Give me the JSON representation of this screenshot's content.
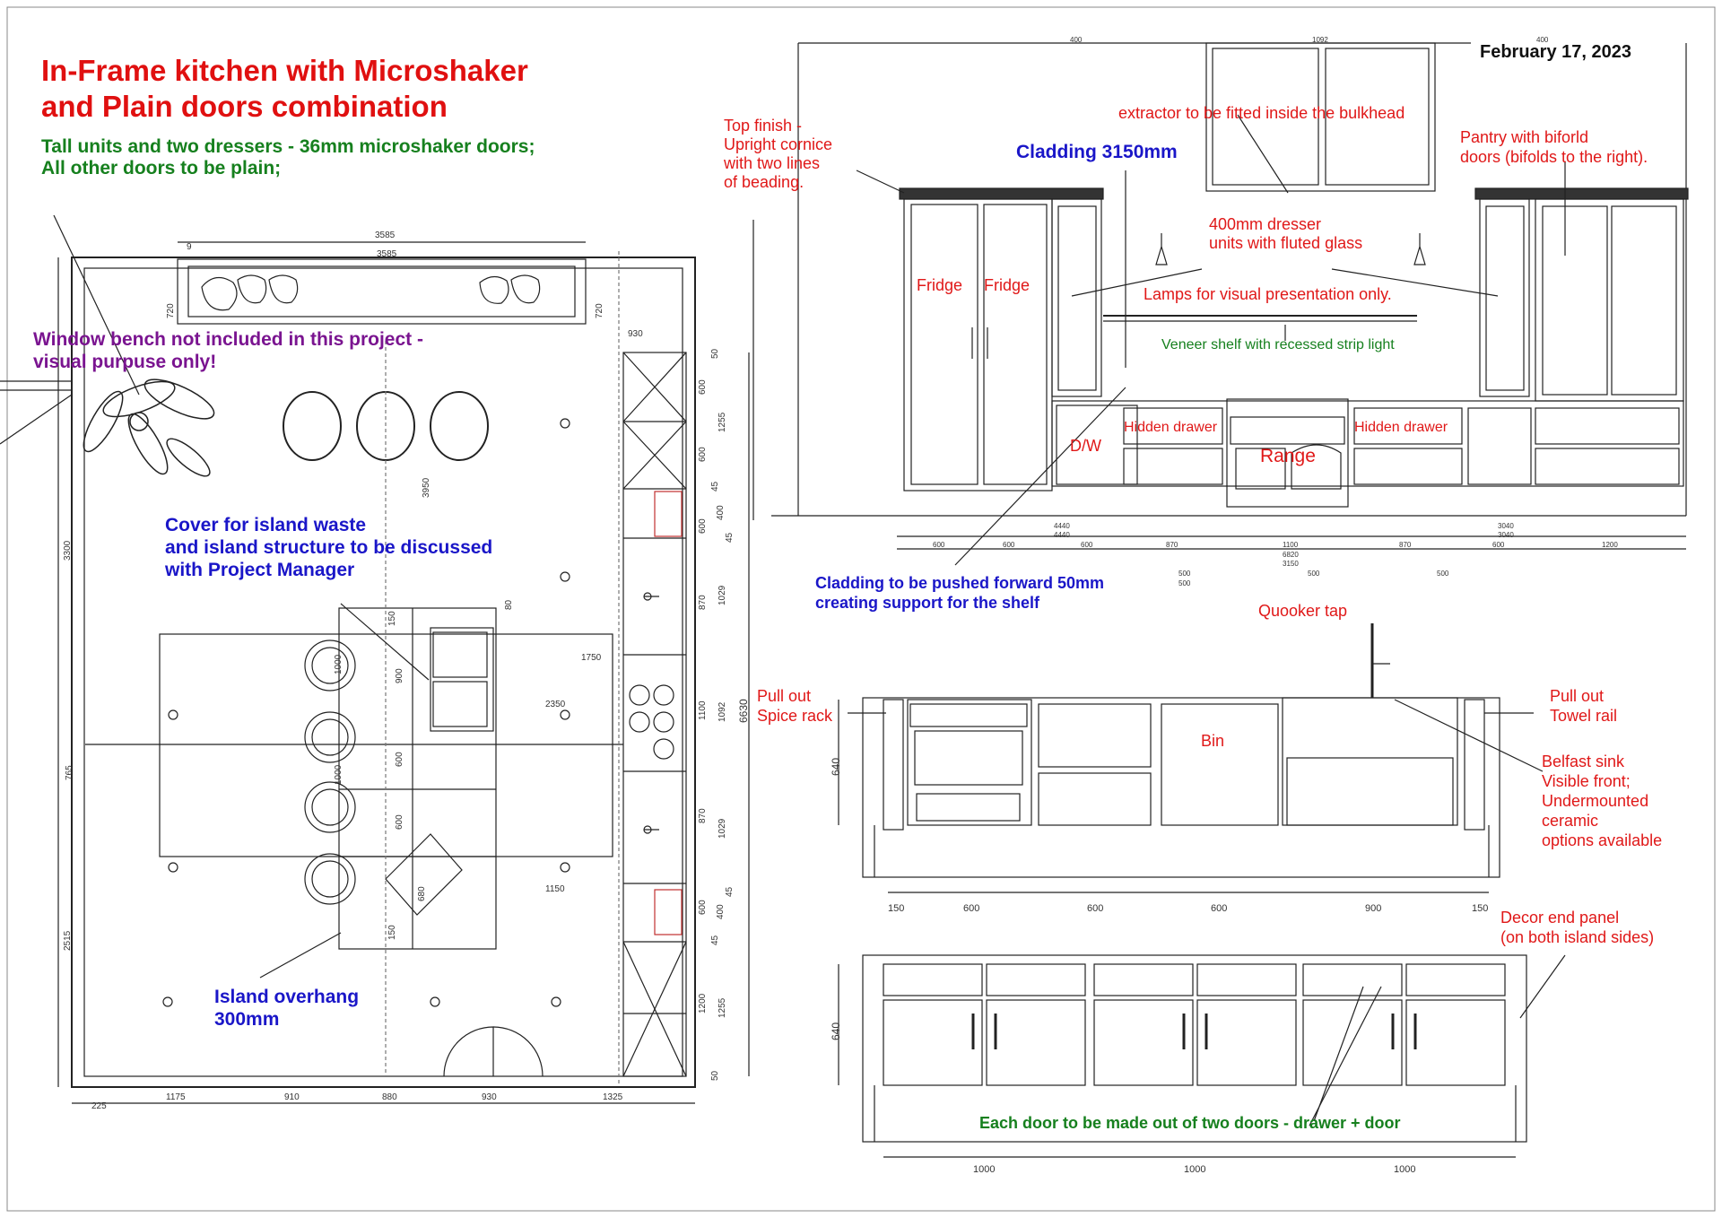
{
  "header": {
    "title_line1": "In-Frame kitchen with Microshaker",
    "title_line2": "and Plain doors combination",
    "subtitle_line1": "Tall units and two dressers - 36mm microshaker doors;",
    "subtitle_line2": "All other doors to be plain;",
    "date": "February 17, 2023"
  },
  "plan": {
    "bench_note_line1": "Window bench not included in this project -",
    "bench_note_line2": "visual purpuse only!",
    "island_note_line1": "Cover for island waste",
    "island_note_line2": "and island structure to be discussed",
    "island_note_line3": "with Project Manager",
    "overhang_line1": "Island overhang",
    "overhang_line2": "300mm",
    "dims": {
      "top_3585a": "3585",
      "top_3585b": "3585",
      "left_9": "9",
      "bench_720a": "720",
      "bench_720b": "720",
      "r_930": "930",
      "h_3950": "3950",
      "h_3300": "3300",
      "h_765": "765",
      "h_2515": "2515",
      "isl_1750": "1750",
      "isl_2350": "2350",
      "isl_1150": "1150",
      "isl_80": "80",
      "isl_150a": "150",
      "isl_150b": "150",
      "isl_900": "900",
      "isl_1000a": "1000",
      "isl_1000b": "1000",
      "isl_600a": "600",
      "isl_600b": "600",
      "isl_680": "680",
      "w_600a": "600",
      "w_600b": "600",
      "w_600c": "600",
      "w_600d": "600",
      "w_45a": "45",
      "w_45b": "45",
      "w_400a": "400",
      "w_400b": "400",
      "w_870a": "870",
      "w_870b": "870",
      "w_1100": "1100",
      "w_1200": "1200",
      "w_50a": "50",
      "w_50b": "50",
      "o_1255a": "1255",
      "o_1029a": "1029",
      "o_1092": "1092",
      "o_6630": "6630",
      "o_1029b": "1029",
      "o_1255b": "1255",
      "o_45a": "45",
      "o_45b": "45",
      "b_225": "225",
      "b_1175": "1175",
      "b_910": "910",
      "b_880": "880",
      "b_930": "930",
      "b_1325": "1325"
    }
  },
  "elevation_top": {
    "top_finish_line1": "Top finish -",
    "top_finish_line2": "Upright cornice",
    "top_finish_line3": "with two lines",
    "top_finish_line4": "of beading.",
    "extractor": "extractor to be fitted inside the bulkhead",
    "cladding": "Cladding 3150mm",
    "pantry_line1": "Pantry with biforld",
    "pantry_line2": "doors (bifolds to the right).",
    "dresser_line1": "400mm dresser",
    "dresser_line2": "units with fluted glass",
    "fridge1": "Fridge",
    "fridge2": "Fridge",
    "lamps": "Lamps for visual presentation only.",
    "veneer": "Veneer shelf with recessed strip light",
    "hidden_drawer1": "Hidden drawer",
    "hidden_drawer2": "Hidden drawer",
    "dw": "D/W",
    "range": "Range",
    "cladding_note_line1": "Cladding to be pushed forward 50mm",
    "cladding_note_line2": "creating support for the shelf",
    "dims": {
      "d_400a": "400",
      "d_1092": "1092",
      "d_400b": "400",
      "d_4440a": "4440",
      "d_4440b": "4440",
      "d_3040a": "3040",
      "d_3040b": "3040",
      "d_600a": "600",
      "d_600b": "600",
      "d_600c": "600",
      "d_870a": "870",
      "d_1100": "1100",
      "d_6820": "6820",
      "d_3150": "3150",
      "d_870b": "870",
      "d_600d": "600",
      "d_1200": "1200",
      "d_500a": "500",
      "d_500b": "500",
      "d_500c": "500",
      "d_500d": "500"
    }
  },
  "elevation_island_back": {
    "quooker": "Quooker tap",
    "spice_line1": "Pull out",
    "spice_line2": "Spice rack",
    "towel_line1": "Pull out",
    "towel_line2": "Towel rail",
    "bin": "Bin",
    "belfast_line1": "Belfast sink",
    "belfast_line2": "Visible front;",
    "belfast_line3": "Undermounted",
    "belfast_line4": "ceramic",
    "belfast_line5": "options available",
    "height": "640",
    "dims": {
      "a": "150",
      "b": "600",
      "c": "600",
      "d": "600",
      "e": "900",
      "f": "150"
    }
  },
  "elevation_island_front": {
    "decor_line1": "Decor end panel",
    "decor_line2": "(on both island sides)",
    "doors_note": "Each door to be made out of two doors - drawer + door",
    "height": "640",
    "dims": {
      "a": "1000",
      "b": "1000",
      "c": "1000"
    }
  }
}
